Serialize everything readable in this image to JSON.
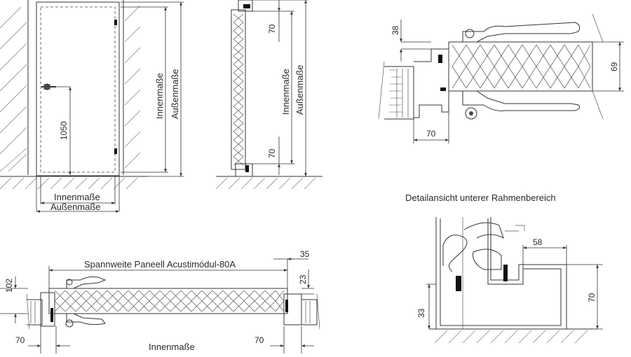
{
  "labels": {
    "innenmasse": "Innenmaße",
    "aussenmasse": "Außenmaße",
    "spannweite": "Spannweite Paneell Acustimódul-80A",
    "detail_title": "Detailansicht unterer Rahmenbereich"
  },
  "dims": {
    "handle_height": "1050",
    "top_70": "70",
    "bottom_70": "70",
    "d38": "38",
    "d69": "69",
    "d70_top_right": "70",
    "d35": "35",
    "d102": "102",
    "d23": "23",
    "d70_left": "70",
    "d70_right": "70",
    "d58": "58",
    "d33": "33",
    "d70_detail": "70"
  }
}
